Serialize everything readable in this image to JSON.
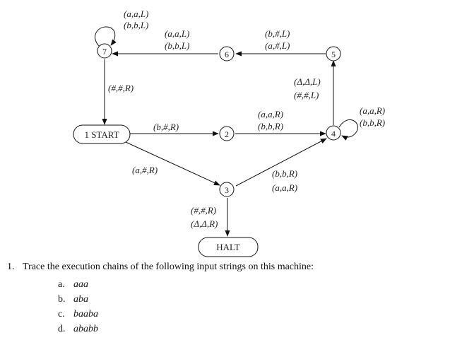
{
  "diagram": {
    "nodes": {
      "n1": "1 START",
      "n2": "2",
      "n3": "3",
      "n4": "4",
      "n5": "5",
      "n6": "6",
      "n7": "7",
      "halt": "HALT"
    },
    "edges": {
      "e1_2": [
        "(b,#,R)"
      ],
      "e1_3": [
        "(a,#,R)"
      ],
      "e2_4": [
        "(a,a,R)",
        "(b,b,R)"
      ],
      "e3_4": [
        "(b,b,R)",
        "(a,a,R)"
      ],
      "e3_halt": [
        "(#,#,R)",
        "(Δ,Δ,R)"
      ],
      "e4_loop": [
        "(a,a,R)",
        "(b,b,R)"
      ],
      "e4_5": [
        "(Δ,Δ,L)",
        "(#,#,L)"
      ],
      "e5_6": [
        "(b,#,L)",
        "(a,#,L)"
      ],
      "e6_7": [
        "(a,a,L)",
        "(b,b,L)"
      ],
      "e7_loop": [
        "(a,a,L)",
        "(b,b,L)"
      ],
      "e7_1": [
        "(#,#,R)"
      ]
    }
  },
  "question": {
    "number": "1.",
    "text": "Trace the execution chains of the following input strings on this machine:",
    "items": [
      {
        "letter": "a.",
        "value": "aaa"
      },
      {
        "letter": "b.",
        "value": "aba"
      },
      {
        "letter": "c.",
        "value": "baaba"
      },
      {
        "letter": "d.",
        "value": "ababb"
      }
    ]
  }
}
